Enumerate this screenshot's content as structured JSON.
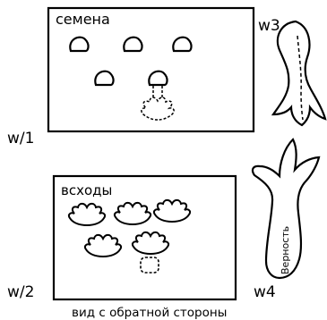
{
  "panel_top": {
    "label": "семена",
    "corner_label": "w/1"
  },
  "panel_bottom": {
    "label": "всходы",
    "corner_label": "w/2"
  },
  "piece_w3": {
    "label": "w3"
  },
  "piece_w4": {
    "label": "w4",
    "inner_text": "Верность"
  },
  "caption": "вид с обратной стороны"
}
